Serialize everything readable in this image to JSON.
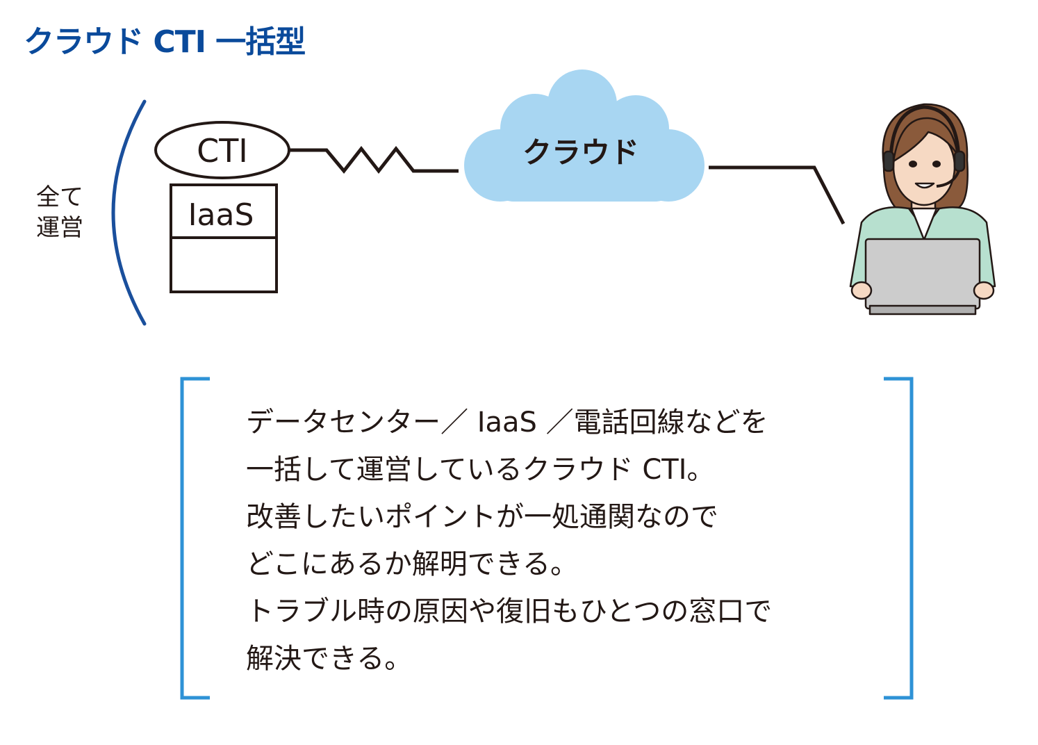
{
  "title": "クラウド CTI 一括型",
  "side_label": "全て\n運営",
  "nodes": {
    "cti": "CTI",
    "iaas": "IaaS",
    "cloud": "クラウド"
  },
  "colors": {
    "title": "#0a4a9b",
    "bracket_arc": "#1a4f9c",
    "cloud_fill": "#a8d6f2",
    "caption_bracket": "#2e92d6",
    "outline": "#231815"
  },
  "icons": {
    "operator": "operator-with-headset-and-laptop-icon",
    "cloud": "cloud-icon"
  },
  "caption_lines": [
    "データセンター／ IaaS ／電話回線などを",
    "一括して運営しているクラウド CTI。",
    "改善したいポイントが一処通関なので",
    "どこにあるか解明できる。",
    "トラブル時の原因や復旧もひとつの窓口で",
    "解決できる。"
  ]
}
